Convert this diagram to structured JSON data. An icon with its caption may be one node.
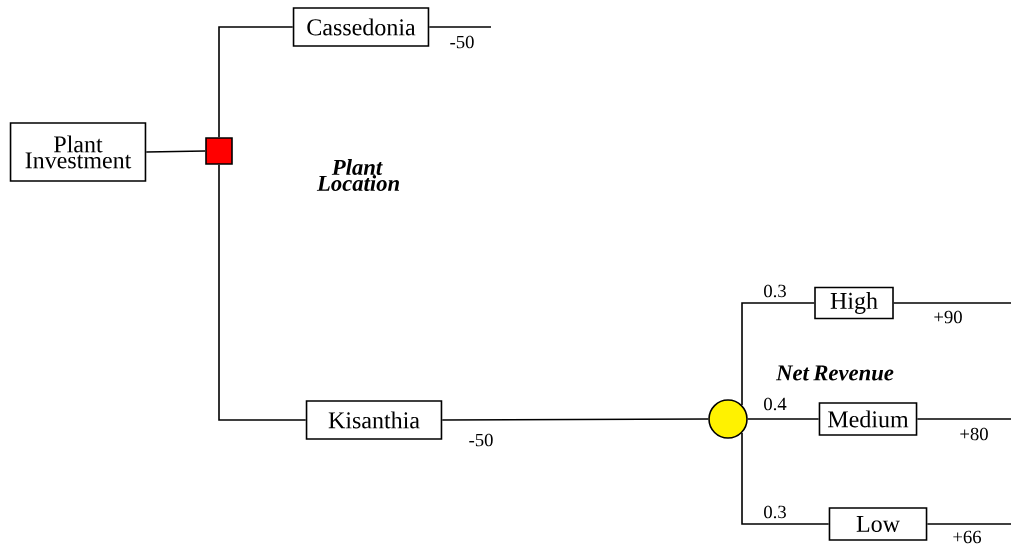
{
  "diagram": {
    "nodes": [
      {
        "text": [
          "Plant Investment"
        ]
      },
      {
        "text": [],
        "shape": "box"
      },
      {
        "text": [
          "Cassedonia"
        ]
      },
      {
        "text": [
          "Kisanthia"
        ]
      },
      {
        "text": [],
        "shape": "circle"
      },
      {
        "text": [
          "High"
        ]
      },
      {
        "text": [
          "Medium"
        ]
      },
      {
        "text": [
          "Low"
        ]
      }
    ],
    "edges": [
      {
        "from": 0,
        "to": 1,
        "arrow": "none"
      },
      {
        "from": 1,
        "to": 2,
        "arrow": "none"
      },
      {
        "from": 1,
        "to": 3,
        "arrow": "none"
      },
      {
        "from": 2,
        "to": null,
        "arrow": "none",
        "label": "-50"
      },
      {
        "from": 3,
        "to": 4,
        "arrow": "none",
        "label": "-50"
      },
      {
        "from": 4,
        "to": 5,
        "arrow": "none",
        "label": "0.3"
      },
      {
        "from": 4,
        "to": 6,
        "arrow": "none",
        "label": "0.4"
      },
      {
        "from": 4,
        "to": 7,
        "arrow": "none",
        "label": "0.3"
      },
      {
        "from": 5,
        "to": null,
        "arrow": "none",
        "label": "+90"
      },
      {
        "from": 6,
        "to": null,
        "arrow": "none",
        "label": "+80"
      },
      {
        "from": 7,
        "to": null,
        "arrow": "none",
        "label": "+66"
      }
    ],
    "labels": [
      "Plant Location",
      "Net Revenue"
    ]
  }
}
